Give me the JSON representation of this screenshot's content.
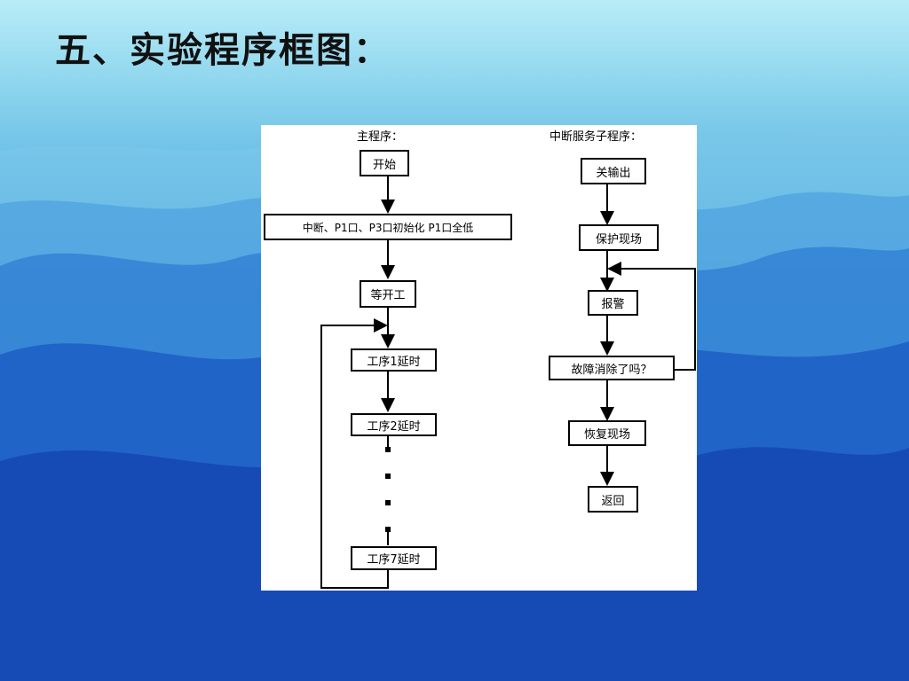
{
  "title": "五、实验程序框图：",
  "diagram": {
    "main_header": "主程序：",
    "isr_header": "中断服务子程序：",
    "main_nodes": {
      "start": "开始",
      "init": "中断、P1口、P3口初始化 P1口全低",
      "wait": "等开工",
      "step1": "工序1延时",
      "step2": "工序2延时",
      "step7": "工序7延时"
    },
    "isr_nodes": {
      "close_output": "关输出",
      "save_context": "保护现场",
      "alarm": "报警",
      "fault_cleared": "故障消除了吗？",
      "restore_context": "恢复现场",
      "return": "返回"
    }
  }
}
